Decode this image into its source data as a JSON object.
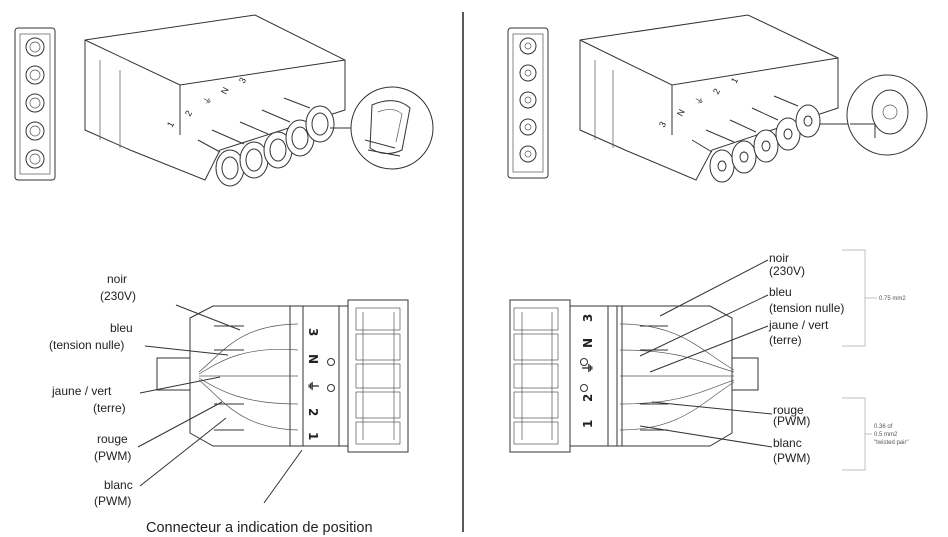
{
  "left": {
    "labels": {
      "noir": "noir",
      "v230": "(230V)",
      "bleu": "bleu",
      "tension": "(tension nulle)",
      "jaune": "jaune / vert",
      "terre": "(terre)",
      "rouge": "rouge",
      "pwm1": "(PWM)",
      "blanc": "blanc",
      "pwm2": "(PWM)"
    },
    "pins": {
      "p3": "3",
      "pN": "N",
      "pE": "⏚",
      "p2": "2",
      "p1": "1"
    },
    "caption": "Connecteur a indication de position"
  },
  "right": {
    "labels": {
      "noir": "noir",
      "v230": "(230V)",
      "bleu": "bleu",
      "tension": "(tension nulle)",
      "jaune": "jaune / vert",
      "terre": "(terre)",
      "rouge": "rouge",
      "pwm1": "(PWM)",
      "blanc": "blanc",
      "pwm2": "(PWM)"
    },
    "pins": {
      "p3": "3",
      "pN": "N",
      "pE": "⏚",
      "p2": "2",
      "p1": "1"
    },
    "notes": {
      "top": "0.75 mm2",
      "bottom_1": "0.36 of",
      "bottom_2": "0.5 mm2",
      "bottom_3": "\"twisted pair\""
    }
  },
  "iso_marks": {
    "left": [
      "1",
      "2",
      "⏚",
      "N",
      "3"
    ],
    "right": [
      "3",
      "N",
      "⏚",
      "2",
      "1"
    ]
  }
}
